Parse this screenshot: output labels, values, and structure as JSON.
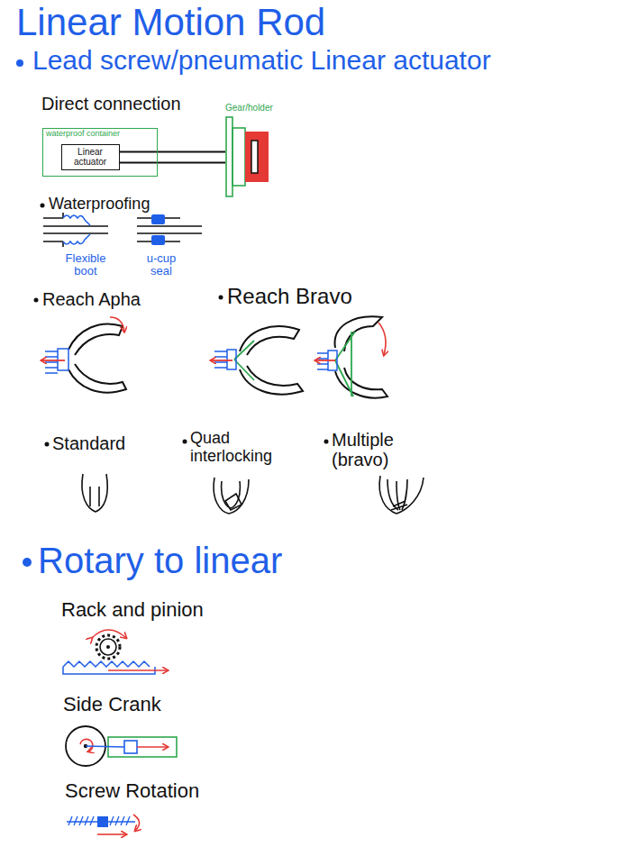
{
  "diagram": {
    "title": "Linear Motion Rod",
    "nodes": [
      {
        "text": [
          "waterproof container"
        ]
      },
      {
        "text": [
          "Linear actuator"
        ],
        "in": 0
      },
      {
        "text": [
          "Gear/holder"
        ]
      }
    ],
    "edges": [
      {
        "from": 1,
        "to": 2,
        "arrow": "none"
      }
    ],
    "labels": [
      "Lead screw/pneumatic Linear actuator",
      "Direct connection",
      "Waterproofing",
      "Flexible boot",
      "u-cup seal",
      "Reach Apha",
      "Reach Bravo",
      "Standard",
      "Quad interlocking",
      "Multiple (bravo)",
      "Rotary to linear",
      "Rack and pinion",
      "Side Crank",
      "Screw Rotation"
    ]
  }
}
